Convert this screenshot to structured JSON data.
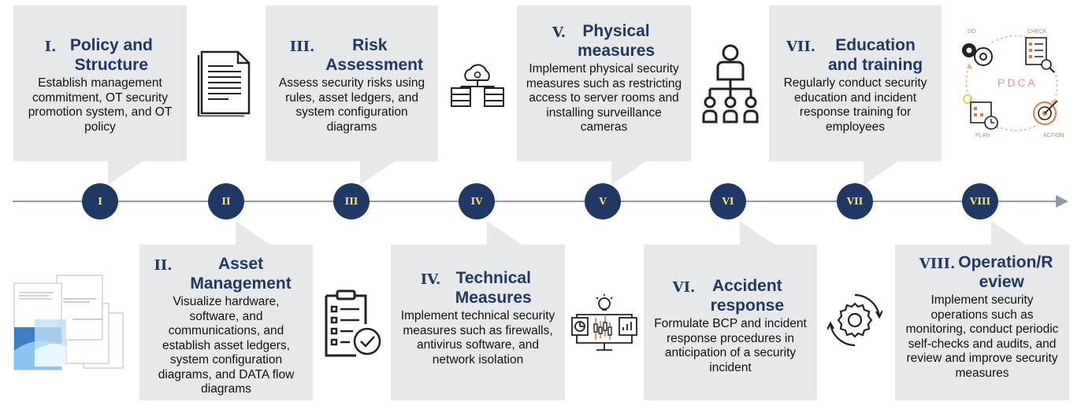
{
  "steps": [
    {
      "numeral": "I.",
      "title": "Policy and Structure",
      "desc": "Establish management commitment, OT security promotion system, and OT policy"
    },
    {
      "numeral": "II.",
      "title": "Asset Management",
      "desc": "Visualize hardware, software, and communications, and establish asset ledgers, system configuration diagrams, and DATA flow diagrams"
    },
    {
      "numeral": "III.",
      "title": "Risk Assessment",
      "desc": "Assess security risks using rules, asset ledgers, and system configuration diagrams"
    },
    {
      "numeral": "IV.",
      "title": "Technical Measures",
      "desc": "Implement technical security measures such as firewalls, antivirus software, and network isolation"
    },
    {
      "numeral": "V.",
      "title": "Physical measures",
      "desc": "Implement physical security measures such as restricting access to server rooms and installing surveillance cameras"
    },
    {
      "numeral": "VI.",
      "title": "Accident response",
      "desc": "Formulate BCP and incident response procedures in anticipation of a security incident"
    },
    {
      "numeral": "VII.",
      "title": "Education and training",
      "desc": "Regularly conduct security education and incident response training for employees"
    },
    {
      "numeral": "VIII.",
      "title": "Operation/R eview",
      "desc": "Implement security operations such as monitoring, conduct periodic self-checks and audits, and review and improve security measures"
    }
  ],
  "nodes": [
    "I",
    "II",
    "III",
    "IV",
    "V",
    "VI",
    "VII",
    "VIII"
  ],
  "pdca": {
    "center": "PDCA",
    "do": "DO",
    "check": "CHECK",
    "plan": "PLAN",
    "action": "ACTION"
  },
  "icons": [
    "document-icon",
    "clipboard-check-icon",
    "cloud-server-icon",
    "analytics-icon",
    "org-chart-icon",
    "gear-cycle-icon",
    "pdca-cycle-icon",
    "report-covers-image"
  ],
  "colors": {
    "title": "#1f3864",
    "node": "#1f3864",
    "node_text": "#ffe15a",
    "box": "#e7e8ea",
    "timeline": "#8f9aa6"
  }
}
